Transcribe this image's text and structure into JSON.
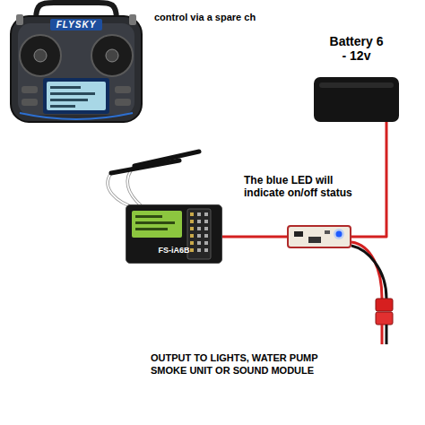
{
  "diagram": {
    "nodes": [
      {
        "text": [
          "FLYSKY"
        ]
      },
      {
        "text": [
          "FS-iA6B"
        ]
      },
      {
        "text": [
          "The blue LED will indicate on/off status"
        ]
      },
      {
        "text": [
          "Battery 6 - 12v"
        ]
      }
    ],
    "edges": [
      {
        "from": 1,
        "to": 2,
        "arrow": "none"
      },
      {
        "from": 3,
        "to": 2,
        "arrow": "none"
      }
    ],
    "labels": [
      "control via a spare ch",
      "OUTPUT TO LIGHTS, WATER PUMP SMOKE UNIT OR SOUND MODULE"
    ]
  }
}
